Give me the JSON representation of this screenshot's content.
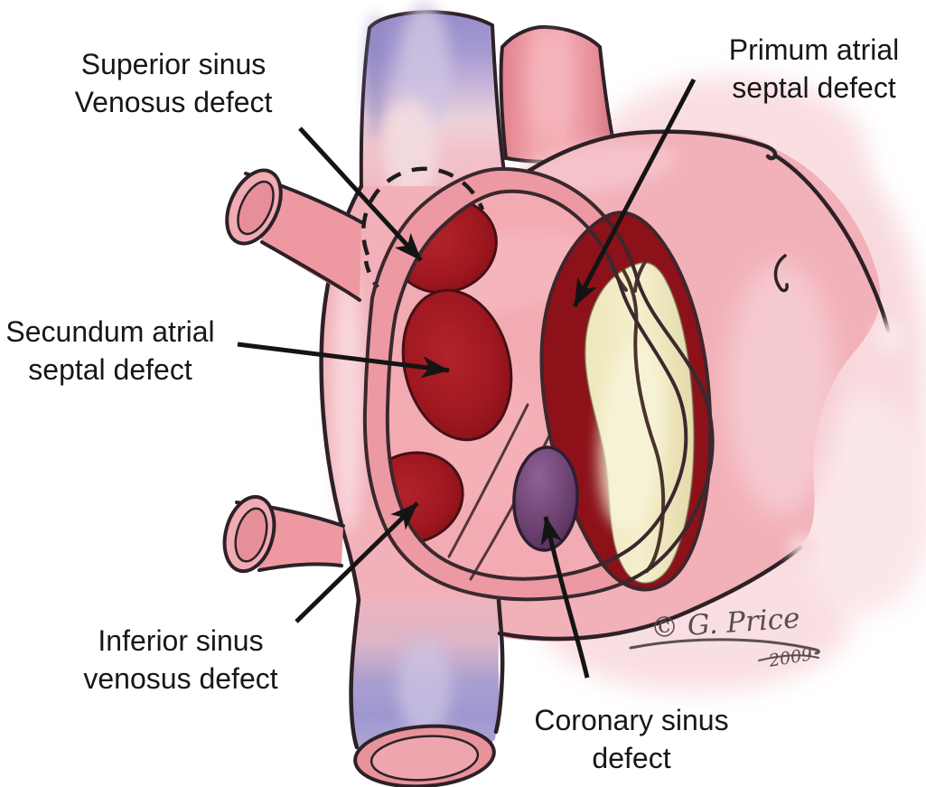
{
  "figure": {
    "labels": [
      {
        "line1": "Superior sinus",
        "line2": "Venosus defect"
      },
      {
        "line1": "Primum atrial",
        "line2": "septal defect"
      },
      {
        "line1": "Secundum atrial",
        "line2": "septal defect"
      },
      {
        "line1": "Inferior sinus",
        "line2": "venosus defect"
      },
      {
        "line1": "Coronary sinus",
        "line2": "defect"
      }
    ],
    "signature": {
      "artist": "© G. Price",
      "year": "2009"
    },
    "palette": {
      "background": "#ffffff",
      "outline": "#2d2127",
      "heart_pink": "#f2b0b8",
      "cut_rim_pink": "#ec99a3",
      "septum_pink": "#f3abb3",
      "defect_red": "#a01820",
      "coronary_sinus_purple": "#744878",
      "valve_cream": "#f0e9c0",
      "vena_cava_lavender": "#9a90cc",
      "label_text": "#171717",
      "signature_gray": "#584d52",
      "arrow_black": "#141414"
    }
  }
}
